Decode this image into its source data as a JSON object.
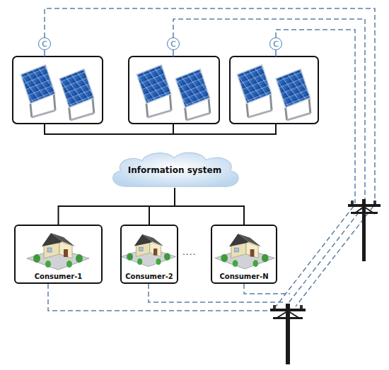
{
  "diagram": {
    "nodes": [
      {
        "text": [
          "C"
        ]
      },
      {
        "text": [
          "C"
        ]
      },
      {
        "text": [
          "C"
        ]
      },
      {
        "text": [
          "Information system"
        ]
      },
      {
        "text": [
          "Consumer-1"
        ]
      },
      {
        "text": [
          "Consumer-2"
        ]
      },
      {
        "text": [
          "Consumer-N"
        ]
      }
    ],
    "edges": [
      {
        "from": 3,
        "to": 4,
        "arrow": "none"
      },
      {
        "from": 3,
        "to": 5,
        "arrow": "none"
      },
      {
        "from": 3,
        "to": 6,
        "arrow": "none"
      }
    ],
    "labels": [
      "...."
    ]
  }
}
